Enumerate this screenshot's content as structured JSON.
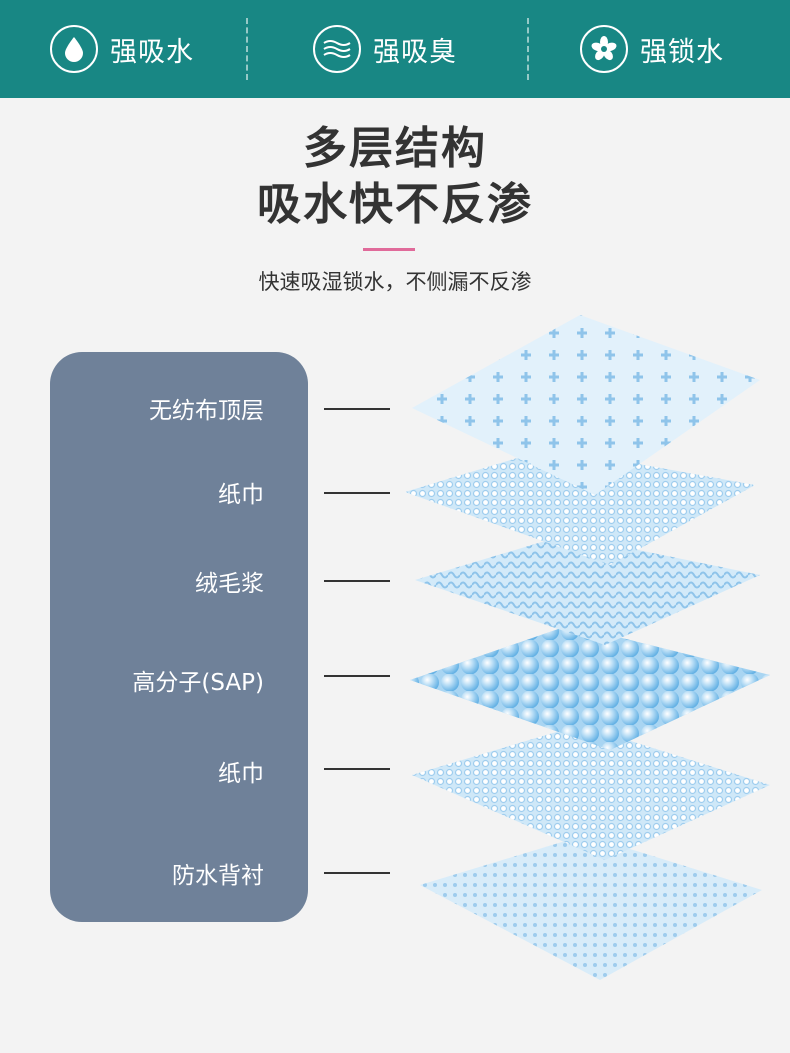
{
  "features": [
    {
      "label": "强吸水",
      "icon": "water-drop-icon"
    },
    {
      "label": "强吸臭",
      "icon": "waves-icon"
    },
    {
      "label": "强锁水",
      "icon": "flower-icon"
    }
  ],
  "headline": {
    "line1": "多层结构",
    "line2": "吸水快不反渗"
  },
  "subtitle": "快速吸湿锁水，不侧漏不反渗",
  "layers": [
    "无纺布顶层",
    "纸巾",
    "绒毛浆",
    "高分子(SAP)",
    "纸巾",
    "防水背衬"
  ],
  "colors": {
    "topbar": "#188784",
    "panel": "#6f8199",
    "accent": "#e06a9a",
    "layer_blue": "#b8dcf2"
  }
}
